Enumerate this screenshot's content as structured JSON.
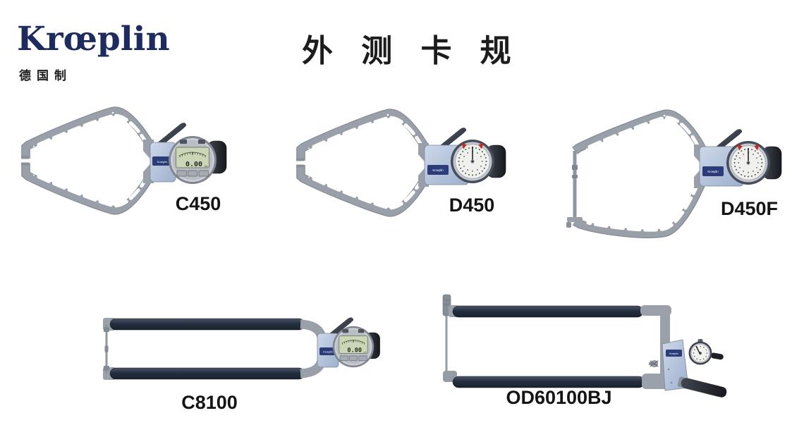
{
  "header": {
    "logo_text": "Krœplin",
    "made_in": "德国制",
    "page_title": "外 测 卡 规"
  },
  "products": [
    {
      "label": "C450",
      "gauge_type": "digital",
      "body_brand": "Kroeplin",
      "lcd_reading": "0.00",
      "lcd_unit": "mm"
    },
    {
      "label": "D450",
      "gauge_type": "dial",
      "body_brand": "Kroeplin"
    },
    {
      "label": "D450F",
      "gauge_type": "dial",
      "body_brand": "Kroeplin"
    },
    {
      "label": "C8100",
      "gauge_type": "digital",
      "body_brand": "Kroeplin",
      "lcd_reading": "0.00",
      "lcd_unit": "mm"
    },
    {
      "label": "OD60100BJ",
      "gauge_type": "dial",
      "body_brand": "Kroeplin"
    }
  ],
  "colors": {
    "brand_navy": "#1d2b5f",
    "text_black": "#1c1c1c",
    "jaw_gray": "#99a0aa",
    "bar_dark": "#2b3547",
    "body_blue": "#aabdd8",
    "label_navy": "#2b3c78",
    "lcd_green": "#cbd6b7",
    "dial_face": "#f0f1ec",
    "marker_red": "#c5271f"
  }
}
